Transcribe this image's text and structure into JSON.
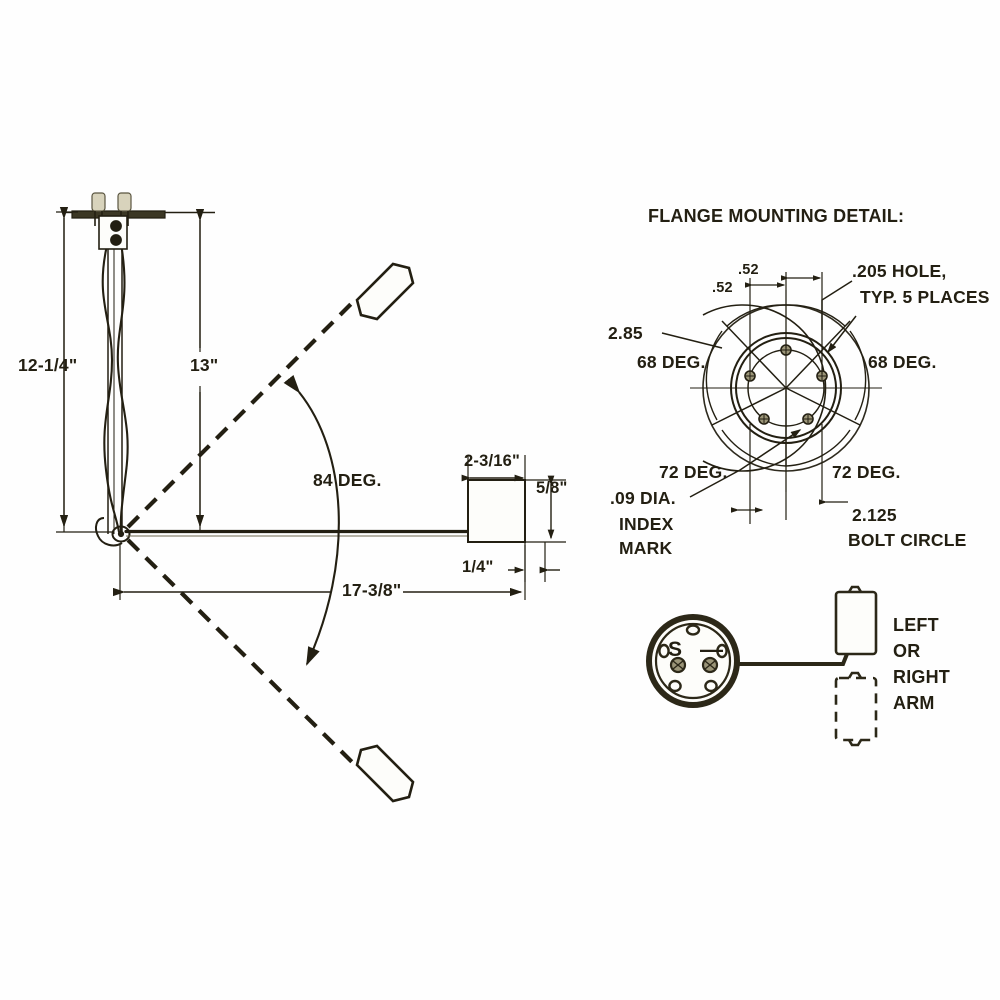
{
  "figure": {
    "kind": "engineering-drawing",
    "title_right": "FLANGE MOUNTING DETAIL:",
    "background_color": "#fefefe",
    "line_color": "#231f12"
  },
  "left_view": {
    "name": "fuel-level-sender-side-view",
    "dimensions": {
      "depth_overall": "12-1/4\"",
      "depth_to_pivot": "13\"",
      "arm_length": "17-3/8\"",
      "float_length": "2-3/16\"",
      "float_height": "5/8\"",
      "float_offset": "1/4\"",
      "swing_angle": "84  DEG."
    }
  },
  "flange_detail": {
    "title": "FLANGE MOUNTING DETAIL:",
    "hole_callout_line1": ".205 HOLE,",
    "hole_callout_line2": "TYP. 5 PLACES",
    "offset_a": ".52",
    "offset_b": ".52",
    "outer_dia": "2.85",
    "angle_upper_left": "68 DEG.",
    "angle_upper_right": "68 DEG.",
    "angle_lower_left": "72 DEG.",
    "angle_lower_right": "72 DEG.",
    "index_dia": ".09 DIA.",
    "index_line1": "INDEX",
    "index_line2": "MARK",
    "bolt_circle_value": "2.125",
    "bolt_circle_label": "BOLT CIRCLE",
    "hole_count": 5
  },
  "arm_detail": {
    "name": "left-or-right-arm-detail",
    "terminal_sender": "S",
    "terminal_ground": "—",
    "note_line1": "LEFT",
    "note_line2": "OR",
    "note_line3": "RIGHT",
    "note_line4": "ARM"
  }
}
